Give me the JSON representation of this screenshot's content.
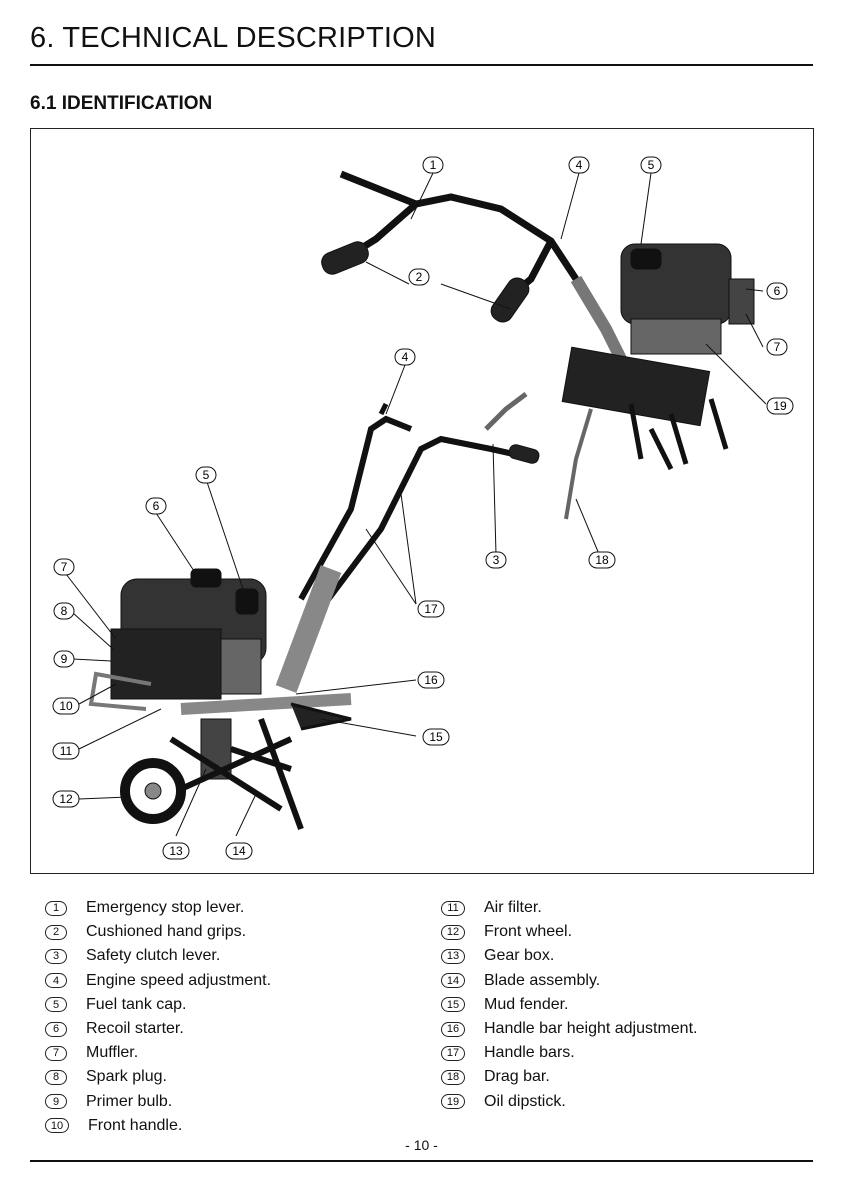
{
  "header": {
    "title": "6. TECHNICAL DESCRIPTION",
    "subtitle": "6.1 IDENTIFICATION"
  },
  "figure": {
    "callouts_top": [
      "1",
      "2",
      "4",
      "5",
      "6",
      "7",
      "19",
      "4",
      "3",
      "18",
      "17",
      "5",
      "6",
      "7",
      "8",
      "9",
      "10",
      "11",
      "12",
      "13",
      "14",
      "15",
      "16"
    ]
  },
  "legend_left": [
    {
      "num": "1",
      "label": "Emergency stop lever."
    },
    {
      "num": "2",
      "label": "Cushioned hand grips."
    },
    {
      "num": "3",
      "label": "Safety clutch lever."
    },
    {
      "num": "4",
      "label": "Engine speed adjustment."
    },
    {
      "num": "5",
      "label": "Fuel tank cap."
    },
    {
      "num": "6",
      "label": "Recoil starter."
    },
    {
      "num": "7",
      "label": "Muffler."
    },
    {
      "num": "8",
      "label": "Spark plug."
    },
    {
      "num": "9",
      "label": "Primer bulb."
    },
    {
      "num": "10",
      "label": "Front handle."
    }
  ],
  "legend_right": [
    {
      "num": "11",
      "label": "Air filter."
    },
    {
      "num": "12",
      "label": "Front wheel."
    },
    {
      "num": "13",
      "label": "Gear box."
    },
    {
      "num": "14",
      "label": "Blade assembly."
    },
    {
      "num": "15",
      "label": "Mud fender."
    },
    {
      "num": "16",
      "label": "Handle bar height adjustment."
    },
    {
      "num": "17",
      "label": "Handle bars."
    },
    {
      "num": "18",
      "label": "Drag bar."
    },
    {
      "num": "19",
      "label": "Oil dipstick."
    }
  ],
  "footer": {
    "page": "- 10 -"
  }
}
